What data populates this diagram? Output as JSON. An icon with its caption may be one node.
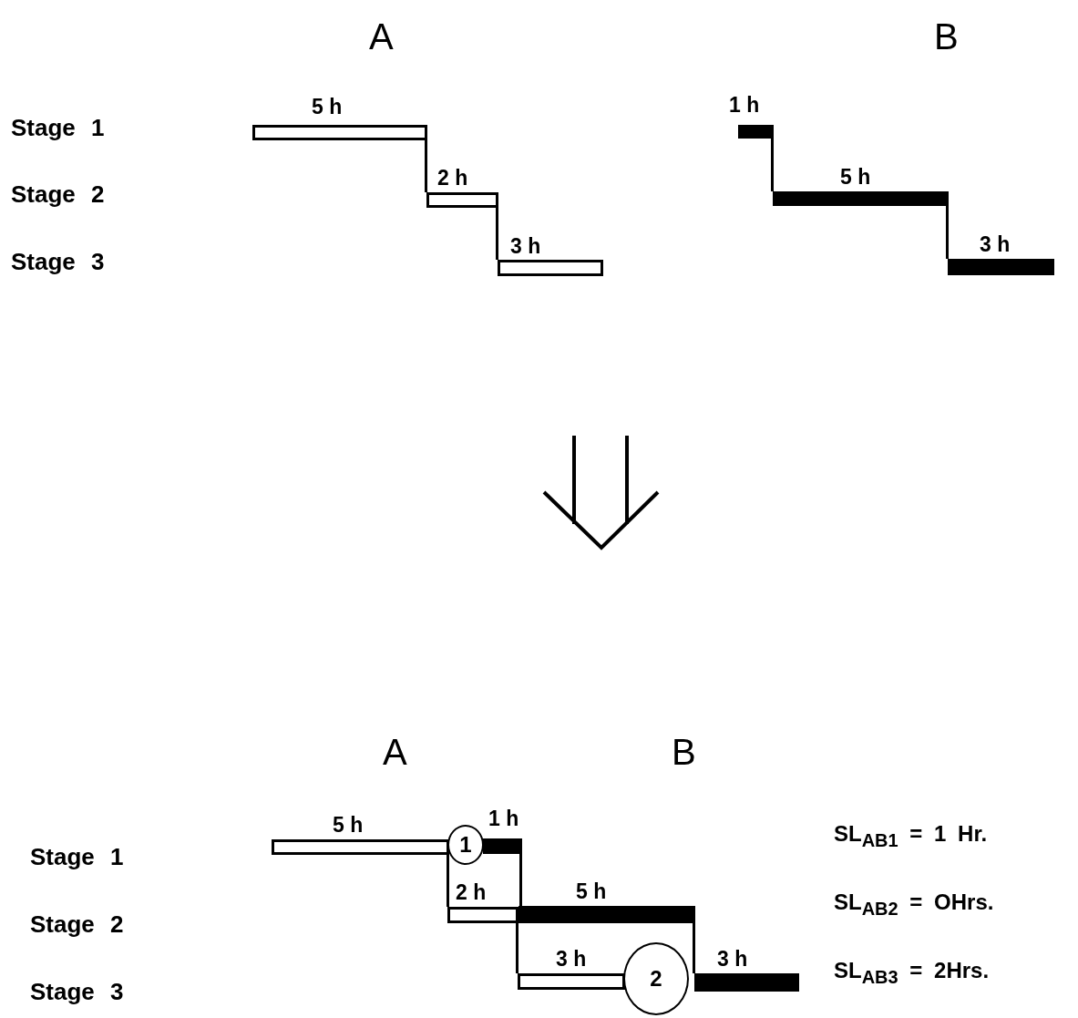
{
  "diagram": {
    "nodes": [
      {
        "text": [],
        "shape": "bar",
        "beside": [
          "5 h"
        ]
      },
      {
        "text": [],
        "shape": "bar",
        "beside": [
          "2 h"
        ]
      },
      {
        "text": [],
        "shape": "bar",
        "beside": [
          "3 h"
        ]
      },
      {
        "text": [],
        "shape": "bar",
        "beside": [
          "1 h"
        ]
      },
      {
        "text": [],
        "shape": "bar",
        "beside": [
          "5 h"
        ]
      },
      {
        "text": [],
        "shape": "bar",
        "beside": [
          "3 h"
        ]
      },
      {
        "text": [],
        "shape": "bar",
        "beside": [
          "5 h"
        ]
      },
      {
        "text": [
          "1"
        ]
      },
      {
        "text": [],
        "shape": "bar",
        "beside": [
          "1 h"
        ]
      },
      {
        "text": [],
        "shape": "bar",
        "beside": [
          "2 h"
        ]
      },
      {
        "text": [],
        "shape": "bar",
        "beside": [
          "5 h"
        ]
      },
      {
        "text": [],
        "shape": "bar",
        "beside": [
          "3 h"
        ]
      },
      {
        "text": [
          "2"
        ]
      },
      {
        "text": [],
        "shape": "bar",
        "beside": [
          "3 h"
        ]
      }
    ],
    "edges": [
      {
        "from": 0,
        "to": 1,
        "arrow": "none"
      },
      {
        "from": 1,
        "to": 2,
        "arrow": "none"
      },
      {
        "from": 3,
        "to": 4,
        "arrow": "none"
      },
      {
        "from": 4,
        "to": 5,
        "arrow": "none"
      },
      {
        "from": 6,
        "to": 9,
        "arrow": "none"
      },
      {
        "from": 9,
        "to": 11,
        "arrow": "none"
      },
      {
        "from": 8,
        "to": 10,
        "arrow": "none"
      },
      {
        "from": 10,
        "to": 13,
        "arrow": "none"
      }
    ],
    "labels": [
      "A",
      "B",
      "Stage 1",
      "Stage 2",
      "Stage 3",
      "A",
      "B",
      "Stage 1",
      "SL$_{AB1}$ = 1 Hr.",
      "Stage 2",
      "SL$_{AB2}$ = OHrs.",
      "Stage 3",
      "SL$_{AB3}$ = 2Hrs."
    ]
  }
}
